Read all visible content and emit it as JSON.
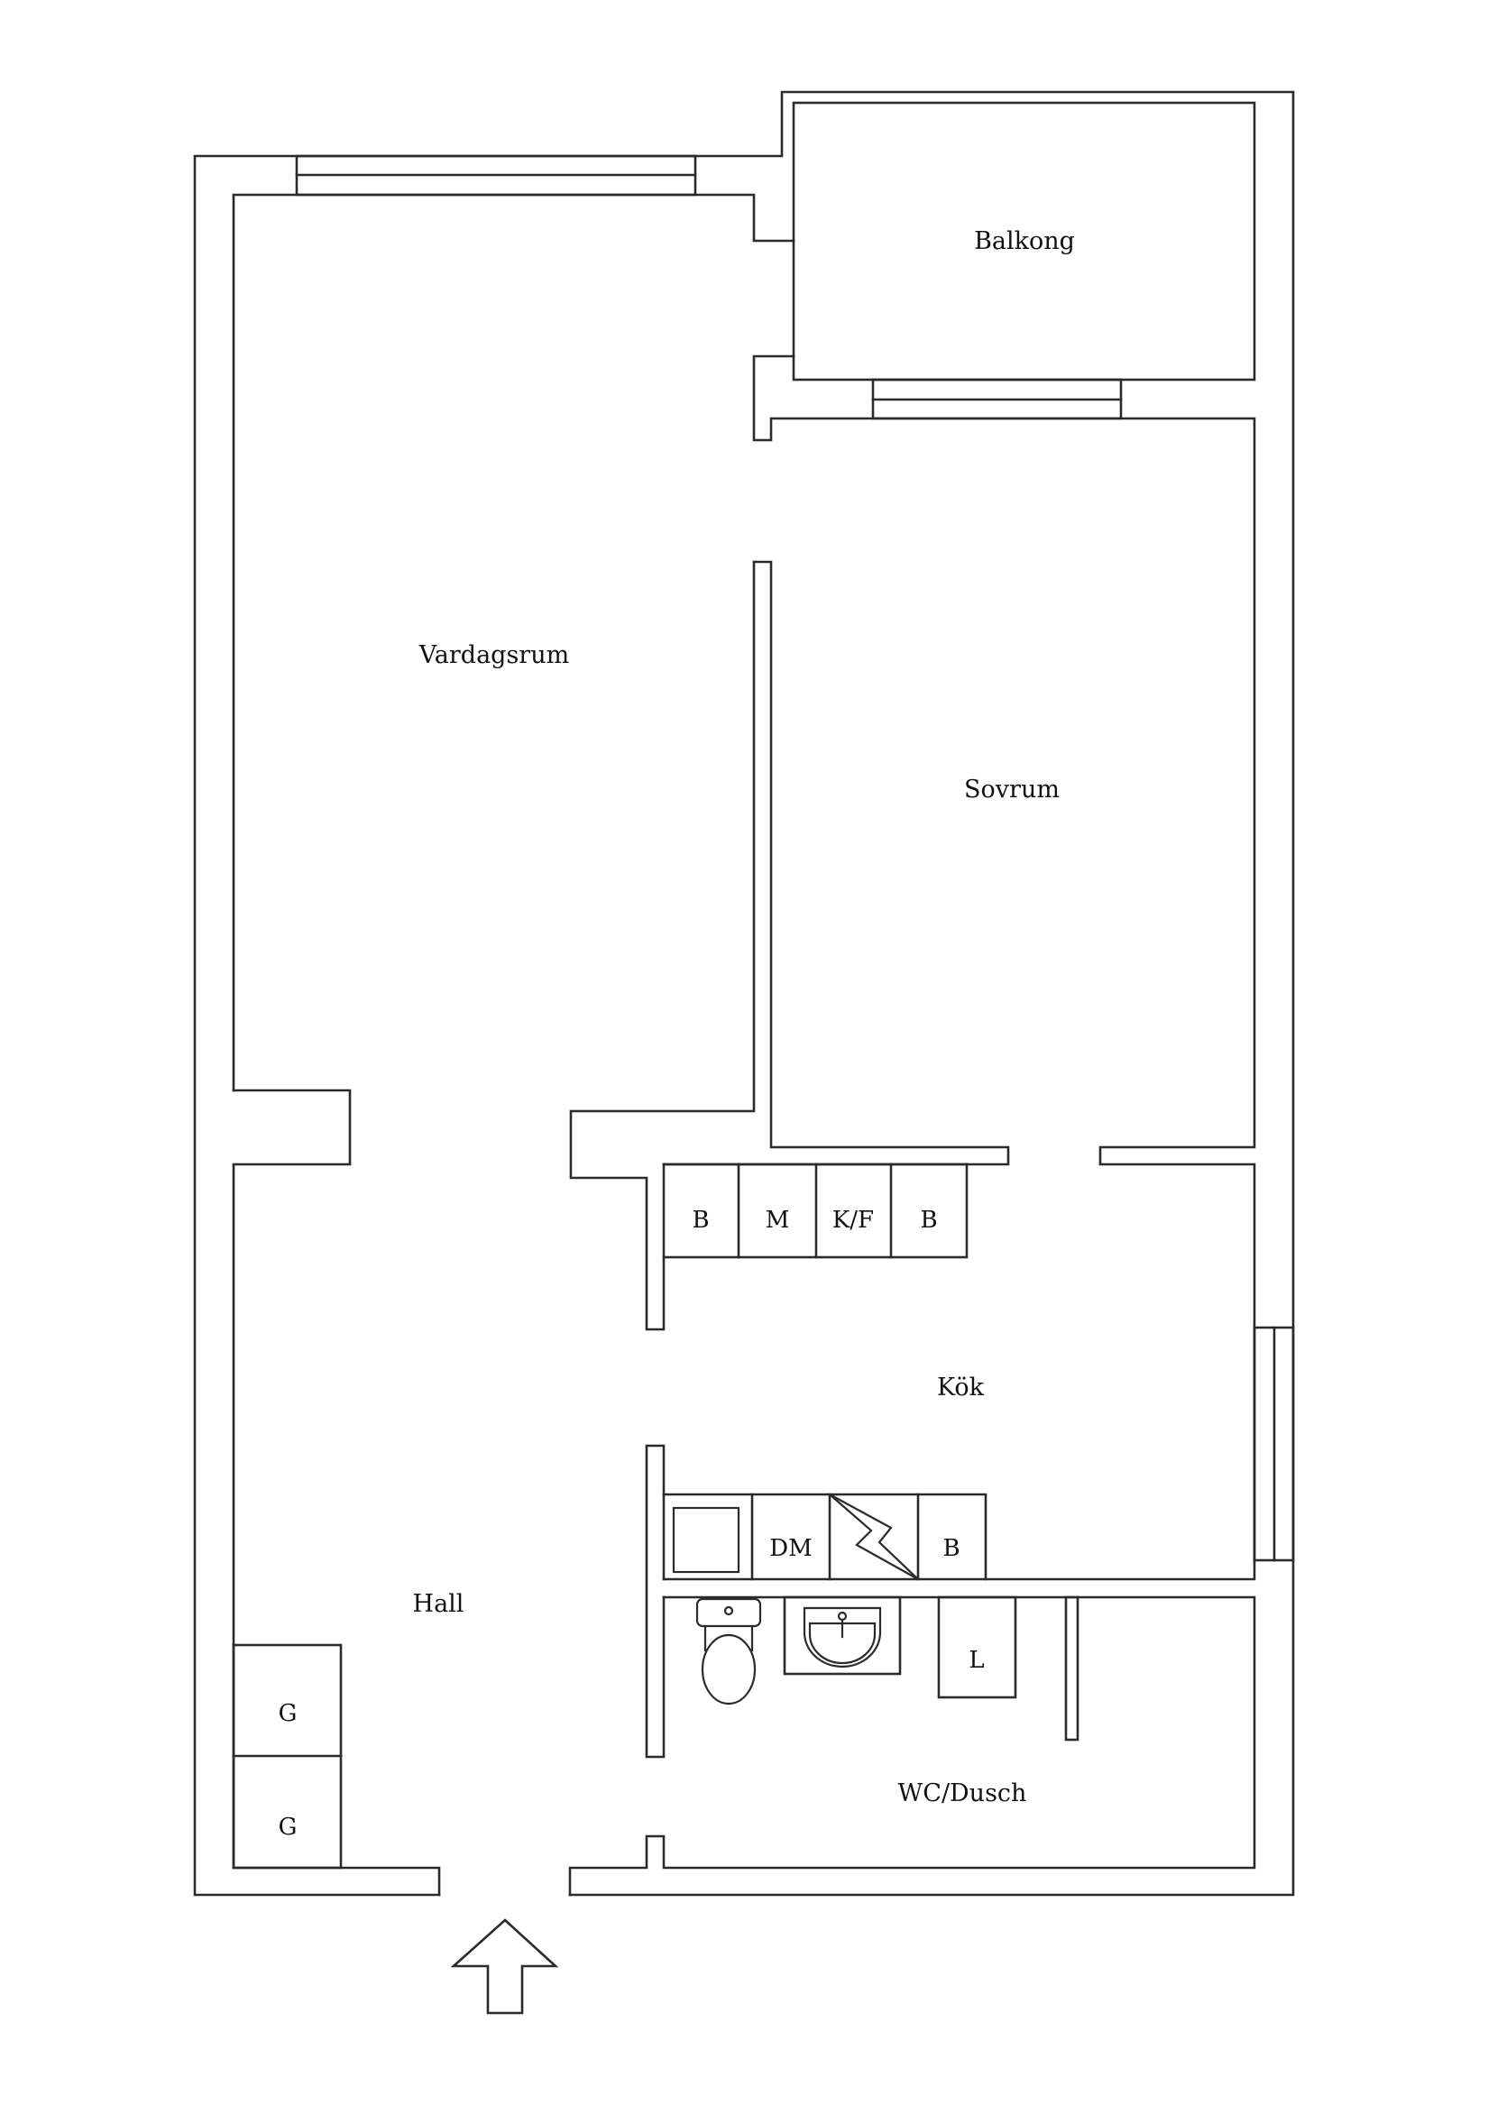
{
  "floorplan": {
    "rooms": [
      {
        "key": "balkong",
        "label": "Balkong"
      },
      {
        "key": "vardagsrum",
        "label": "Vardagsrum"
      },
      {
        "key": "sovrum",
        "label": "Sovrum"
      },
      {
        "key": "kok",
        "label": "Kök"
      },
      {
        "key": "hall",
        "label": "Hall"
      },
      {
        "key": "wc",
        "label": "WC/Dusch"
      }
    ],
    "fixtures": {
      "upper_cabinets": [
        "B",
        "M",
        "K/F",
        "B"
      ],
      "lower_counter": [
        "DM",
        "B"
      ],
      "wardrobes": [
        "G",
        "G"
      ],
      "bath_cabinet": "L"
    },
    "entrance_icon": "arrow-up-icon",
    "colors": {
      "line": "#2b2b2b",
      "background": "#ffffff",
      "text": "#111111"
    }
  }
}
